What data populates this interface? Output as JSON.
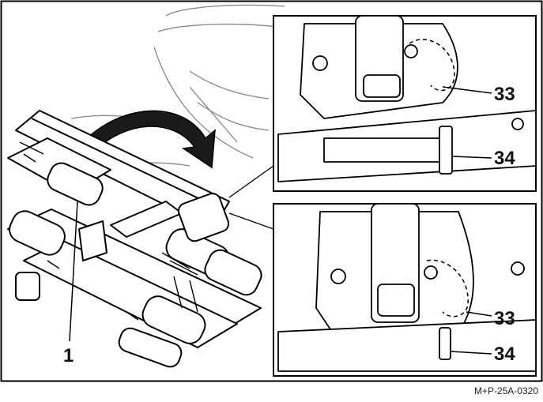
{
  "callouts": {
    "main_part": "1",
    "top_pin": "33",
    "top_lever": "34",
    "bottom_pin": "33",
    "bottom_lever": "34"
  },
  "reference_code": "M+P-25A-0320"
}
